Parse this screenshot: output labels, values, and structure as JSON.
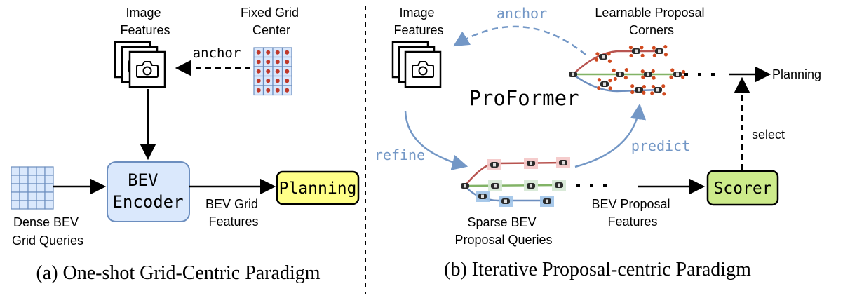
{
  "panel_a": {
    "image_features": [
      "Image",
      "Features"
    ],
    "fixed_grid_center": [
      "Fixed Grid",
      "Center"
    ],
    "anchor_label": "anchor",
    "encoder_label": [
      "BEV",
      "Encoder"
    ],
    "planning_label": "Planning",
    "dense_queries": [
      "Dense BEV",
      "Grid Queries"
    ],
    "bev_grid_features": [
      "BEV Grid",
      "Features"
    ],
    "caption": "(a) One-shot Grid-Centric Paradigm"
  },
  "panel_b": {
    "image_features": [
      "Image",
      "Features"
    ],
    "anchor_label": "anchor",
    "learnable_corners": [
      "Learnable Proposal",
      "Corners"
    ],
    "proformer_label": "ProFormer",
    "planning_label": "Planning",
    "select_label": "select",
    "refine_label": "refine",
    "predict_label": "predict",
    "scorer_label": "Scorer",
    "sparse_queries": [
      "Sparse BEV",
      "Proposal Queries"
    ],
    "bev_proposal_features": [
      "BEV Proposal",
      "Features"
    ],
    "caption": "(b) Iterative Proposal-centric Paradigm"
  },
  "colors": {
    "encoder_fill": "#dae8fc",
    "encoder_stroke": "#6c8ebf",
    "planning_fill": "#ffff88",
    "scorer_fill": "#cdeb8b",
    "blue_arrow": "#7397c6",
    "traj_red": "#b85450",
    "traj_green": "#82b366",
    "traj_blue": "#6c8ebf",
    "corner_dot": "#d14a1f"
  }
}
